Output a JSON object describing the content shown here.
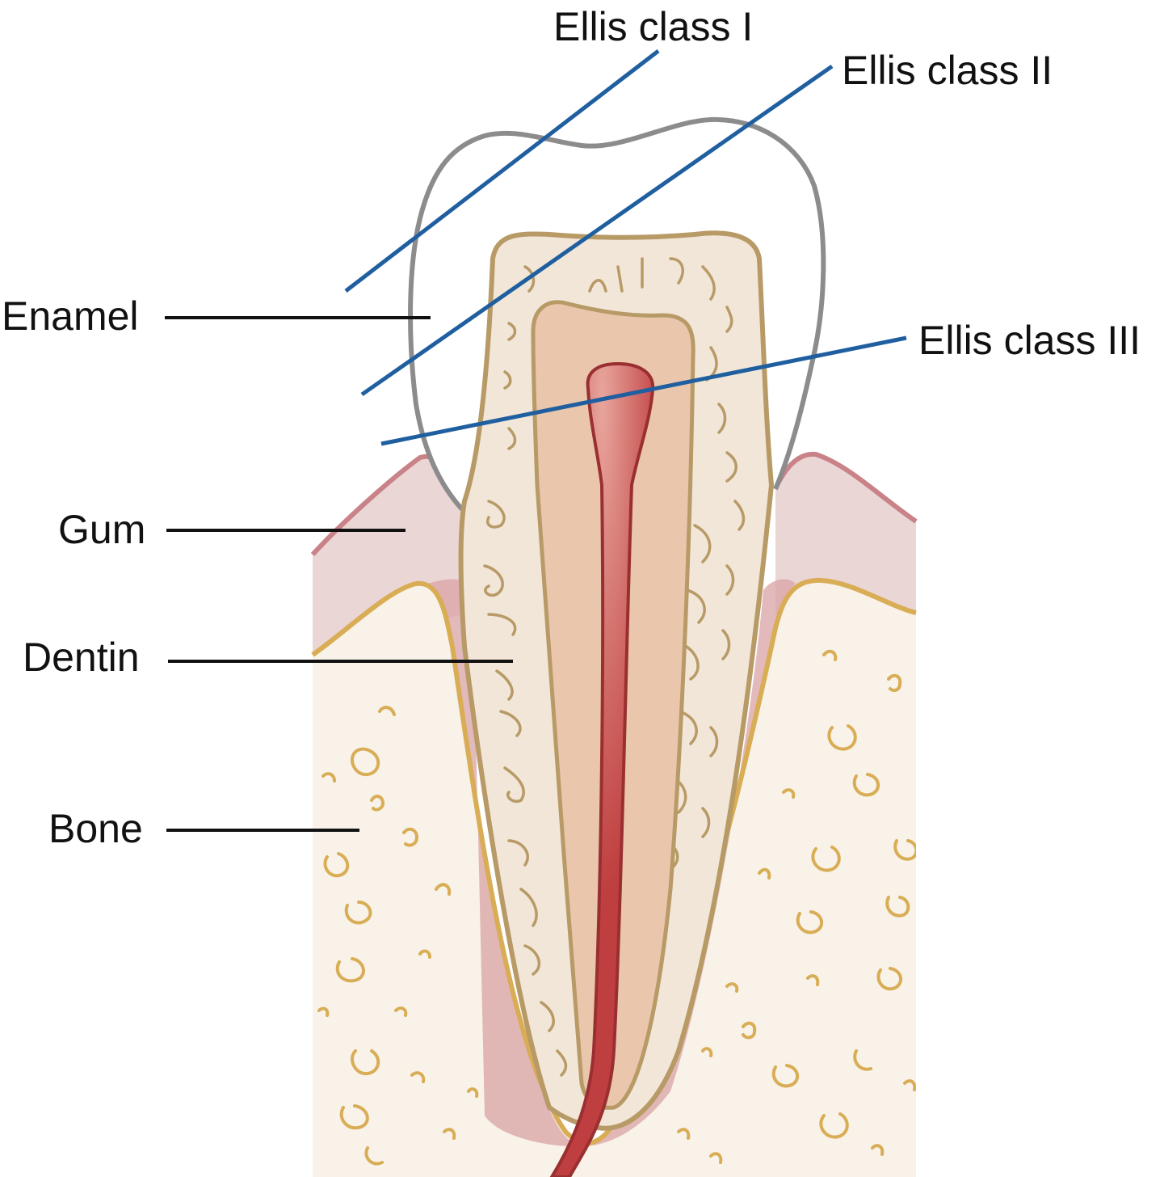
{
  "labels": {
    "ellis_class_1": "Ellis class I",
    "ellis_class_2": "Ellis class II",
    "ellis_class_3": "Ellis class III",
    "enamel": "Enamel",
    "gum": "Gum",
    "dentin": "Dentin",
    "bone": "Bone"
  },
  "colors": {
    "fracture_line": "#1f5fa0",
    "leader_line": "#111111",
    "enamel_outline": "#8c8c8c",
    "gum_fill": "#ebd6d6",
    "gum_outline": "#c98288",
    "bone_fill": "#f8f2e8",
    "bone_outline": "#d9ad55",
    "dentin_fill": "#f1e6d8",
    "dentin_outline": "#b89a66",
    "pulp_chamber_fill": "#e9c6ac",
    "pulp_fill": "#bf3f40",
    "periodontal_fill": "#d9a3a6"
  }
}
